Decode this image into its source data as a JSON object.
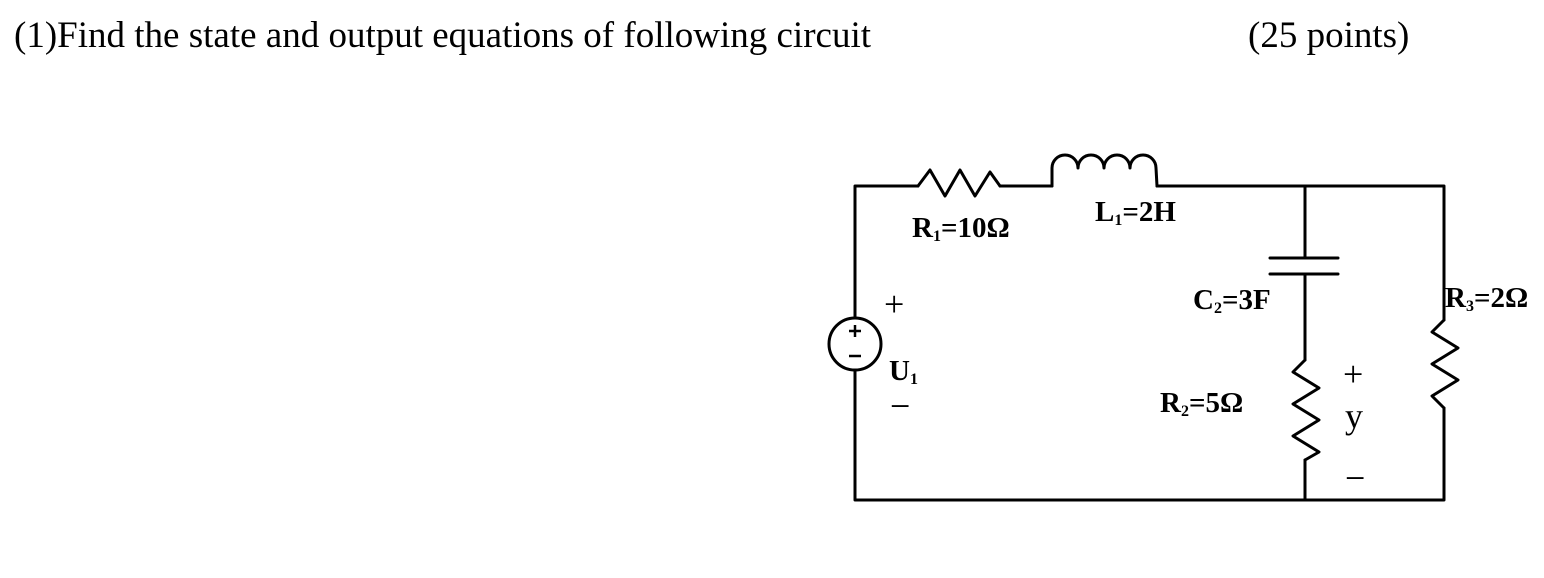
{
  "question": {
    "number": "(1)",
    "text": "Find the state and output equations of  following circuit",
    "points": "(25 points)"
  },
  "circuit": {
    "R1": {
      "letter": "R",
      "sub": "1",
      "value": "=10Ω"
    },
    "L1": {
      "letter": "L",
      "sub": "1",
      "value": "=2H"
    },
    "C2": {
      "letter": "C",
      "sub": "2",
      "value": "=3F"
    },
    "R2": {
      "letter": "R",
      "sub": "2",
      "value": "=5Ω"
    },
    "R3": {
      "letter": "R",
      "sub": "3",
      "value": "=2Ω"
    },
    "U1": {
      "letter": "U",
      "sub": "1",
      "plus": "+",
      "minus": "−"
    },
    "y": {
      "letter": "y",
      "plus": "+",
      "minus": "−"
    }
  }
}
